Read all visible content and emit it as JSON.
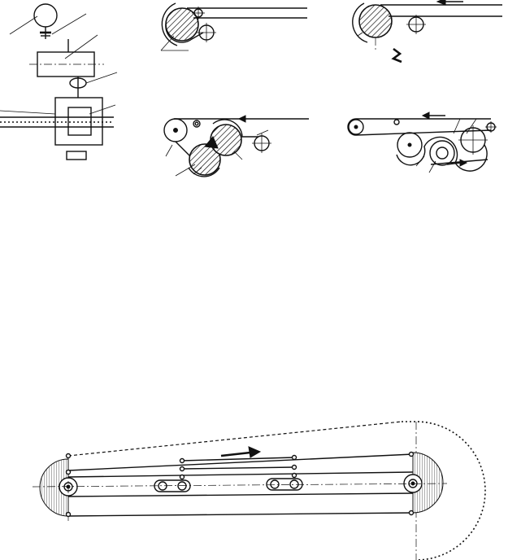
{
  "figure": {
    "panels": [
      {
        "id": "drive-scheme",
        "kind": "schematic"
      },
      {
        "id": "single-drum-drive",
        "kind": "belt-wrap"
      },
      {
        "id": "single-drum-drive-with-snub",
        "kind": "belt-wrap"
      },
      {
        "id": "twin-drum-drive",
        "kind": "belt-wrap"
      },
      {
        "id": "tandem-drive",
        "kind": "belt-wrap"
      },
      {
        "id": "conveyor-side-view",
        "kind": "conveyor"
      }
    ],
    "belt_direction": "right"
  }
}
